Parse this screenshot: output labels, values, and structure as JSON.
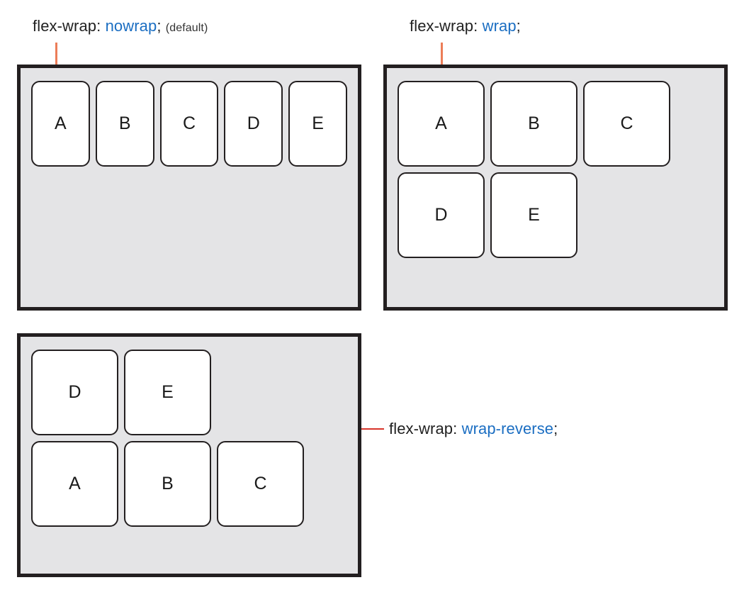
{
  "diagram": {
    "title_concept": "CSS flex-wrap values",
    "panels": [
      {
        "id": "nowrap",
        "label": {
          "property": "flex-wrap:",
          "value": "nowrap",
          "terminator": ";",
          "note": "(default)"
        },
        "connector": {
          "type": "vertical-line",
          "color": "#ec7d58"
        },
        "container": {
          "background": "#e4e4e6",
          "border_color": "#231f20",
          "flex_wrap": "nowrap"
        },
        "rows": [
          {
            "items": [
              "A",
              "B",
              "C",
              "D",
              "E"
            ]
          }
        ]
      },
      {
        "id": "wrap",
        "label": {
          "property": "flex-wrap:",
          "value": "wrap",
          "terminator": ";",
          "note": ""
        },
        "connector": {
          "type": "vertical-line",
          "color": "#ec7d58"
        },
        "container": {
          "background": "#e4e4e6",
          "border_color": "#231f20",
          "flex_wrap": "wrap"
        },
        "rows": [
          {
            "items": [
              "A",
              "B",
              "C"
            ]
          },
          {
            "items": [
              "D",
              "E"
            ]
          }
        ]
      },
      {
        "id": "wrap-reverse",
        "label": {
          "property": "flex-wrap:",
          "value": "wrap-reverse",
          "terminator": ";",
          "note": ""
        },
        "connector": {
          "type": "horizontal-line",
          "color": "#d8342a"
        },
        "container": {
          "background": "#e4e4e6",
          "border_color": "#231f20",
          "flex_wrap": "wrap-reverse"
        },
        "rows": [
          {
            "items": [
              "D",
              "E"
            ]
          },
          {
            "items": [
              "A",
              "B",
              "C"
            ]
          }
        ]
      }
    ],
    "colors": {
      "value_text": "#1b6ec2",
      "label_text": "#222222",
      "item_background": "#ffffff",
      "item_border": "#231f20",
      "container_background": "#e4e4e6",
      "container_border": "#231f20",
      "connector_orange": "#ec7d58",
      "connector_red": "#d8342a"
    }
  }
}
